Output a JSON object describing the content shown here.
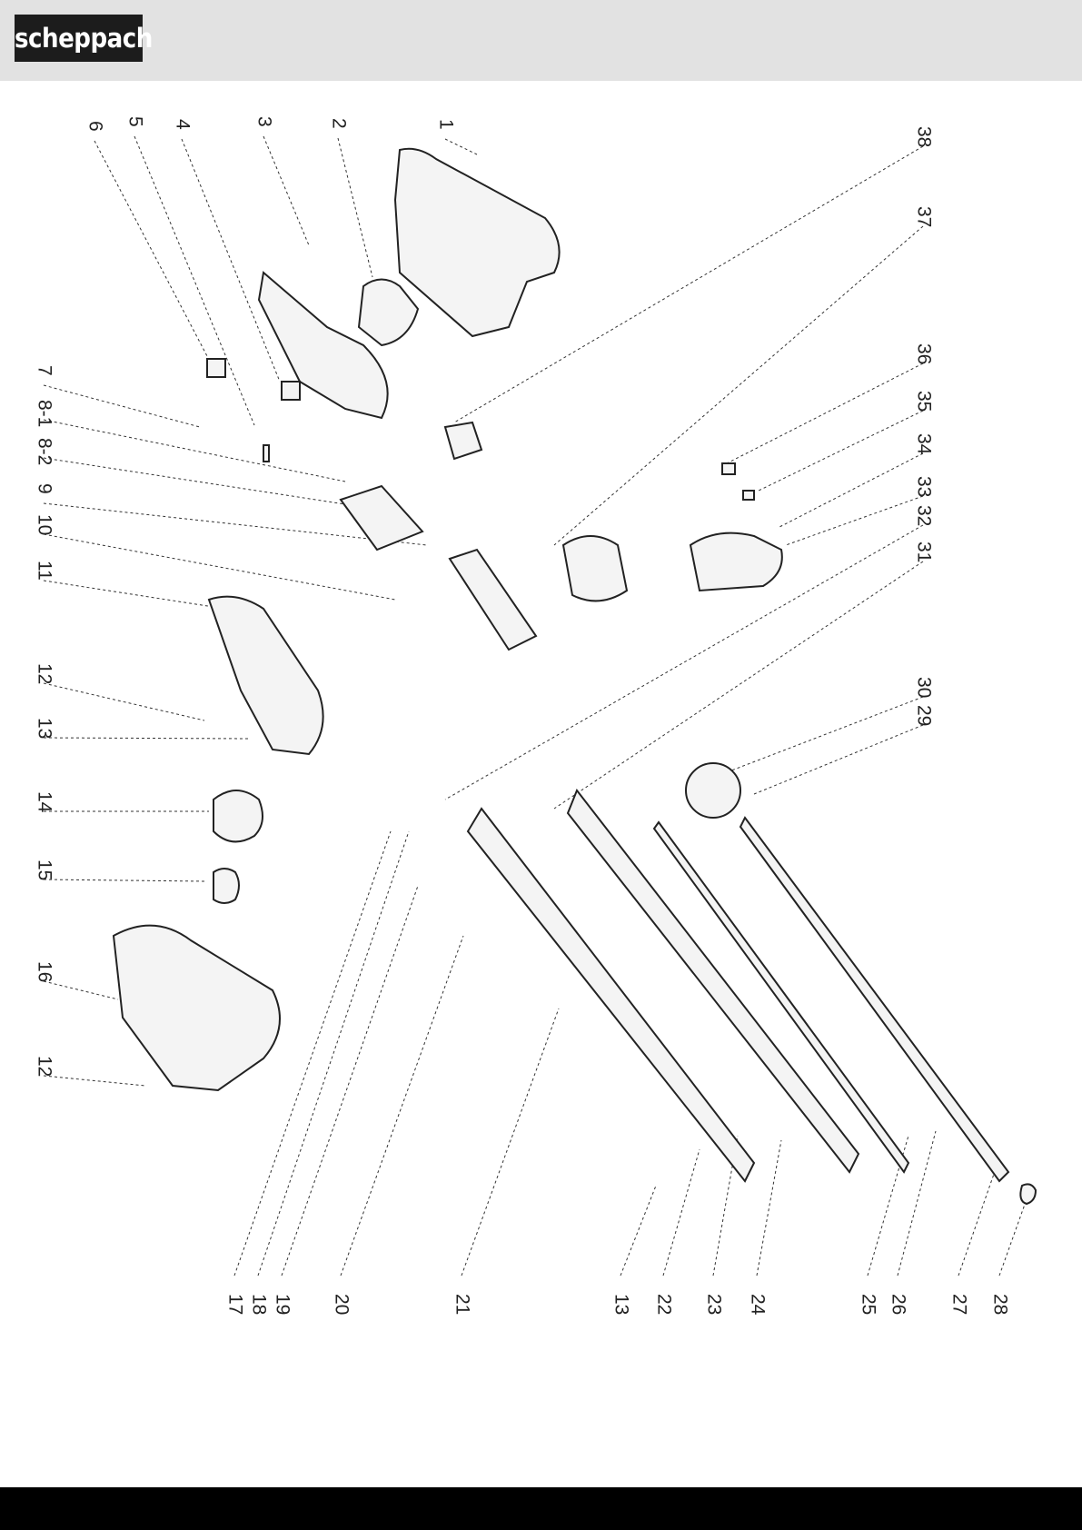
{
  "header": {
    "brand": "scheppach"
  },
  "diagram": {
    "labels_left": [
      "6",
      "5",
      "4",
      "3",
      "2",
      "1",
      "7",
      "8-1",
      "8-2",
      "9",
      "10",
      "11",
      "12",
      "13",
      "14",
      "15",
      "16",
      "12"
    ],
    "labels_right_top": [
      "38",
      "37",
      "36",
      "35",
      "34",
      "33",
      "32",
      "31",
      "30",
      "29"
    ],
    "labels_bottom": [
      "17",
      "18",
      "19",
      "20",
      "21",
      "13",
      "22",
      "23",
      "24",
      "25",
      "26",
      "27",
      "28"
    ]
  }
}
